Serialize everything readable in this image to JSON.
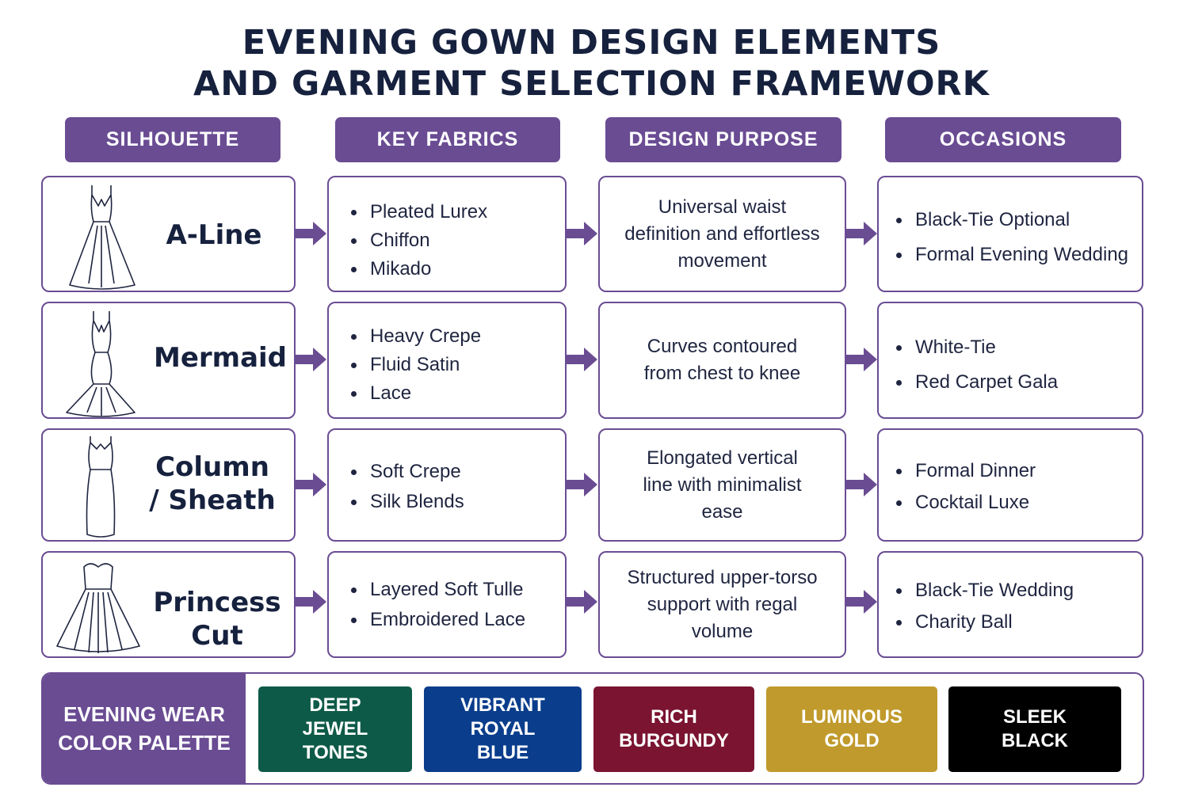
{
  "title": {
    "line1": "EVENING GOWN DESIGN ELEMENTS",
    "line2": "AND GARMENT SELECTION FRAMEWORK"
  },
  "headers": [
    "SILHOUETTE",
    "KEY FABRICS",
    "DESIGN PURPOSE",
    "OCCASIONS"
  ],
  "rows": [
    {
      "silhouette": "A-Line",
      "icon": "a-line-dress-icon",
      "fabrics": [
        "Pleated Lurex",
        "Chiffon",
        "Mikado"
      ],
      "purpose": "Universal waist definition and effortless movement",
      "occasions": [
        "Black-Tie Optional",
        "Formal Evening Wedding"
      ]
    },
    {
      "silhouette": "Mermaid",
      "icon": "mermaid-dress-icon",
      "fabrics": [
        "Heavy Crepe",
        "Fluid Satin",
        "Lace"
      ],
      "purpose": "Curves contoured from chest to knee",
      "occasions": [
        "White-Tie",
        "Red Carpet Gala"
      ]
    },
    {
      "silhouette": "Column / Sheath",
      "icon": "column-dress-icon",
      "fabrics": [
        "Soft Crepe",
        "Silk Blends"
      ],
      "purpose": "Elongated vertical line with minimalist ease",
      "occasions": [
        "Formal Dinner",
        "Cocktail Luxe"
      ]
    },
    {
      "silhouette": "Princess Cut",
      "icon": "princess-dress-icon",
      "fabrics": [
        "Layered Soft Tulle",
        "Embroidered Lace"
      ],
      "purpose": "Structured upper-torso support with regal volume",
      "occasions": [
        "Black-Tie Wedding",
        "Charity Ball"
      ]
    }
  ],
  "palette": {
    "label": "EVENING WEAR\nCOLOR PALETTE",
    "swatches": [
      {
        "name": "DEEP\nJEWEL\nTONES",
        "color": "#0e5a48"
      },
      {
        "name": "VIBRANT\nROYAL\nBLUE",
        "color": "#0a3d8c"
      },
      {
        "name": "RICH\nBURGUNDY",
        "color": "#7a1431"
      },
      {
        "name": "LUMINOUS\nGOLD",
        "color": "#c09a2c"
      },
      {
        "name": "SLEEK\nBLACK",
        "color": "#000000"
      }
    ]
  },
  "colors": {
    "accent": "#6a4c93",
    "title": "#16213e"
  }
}
